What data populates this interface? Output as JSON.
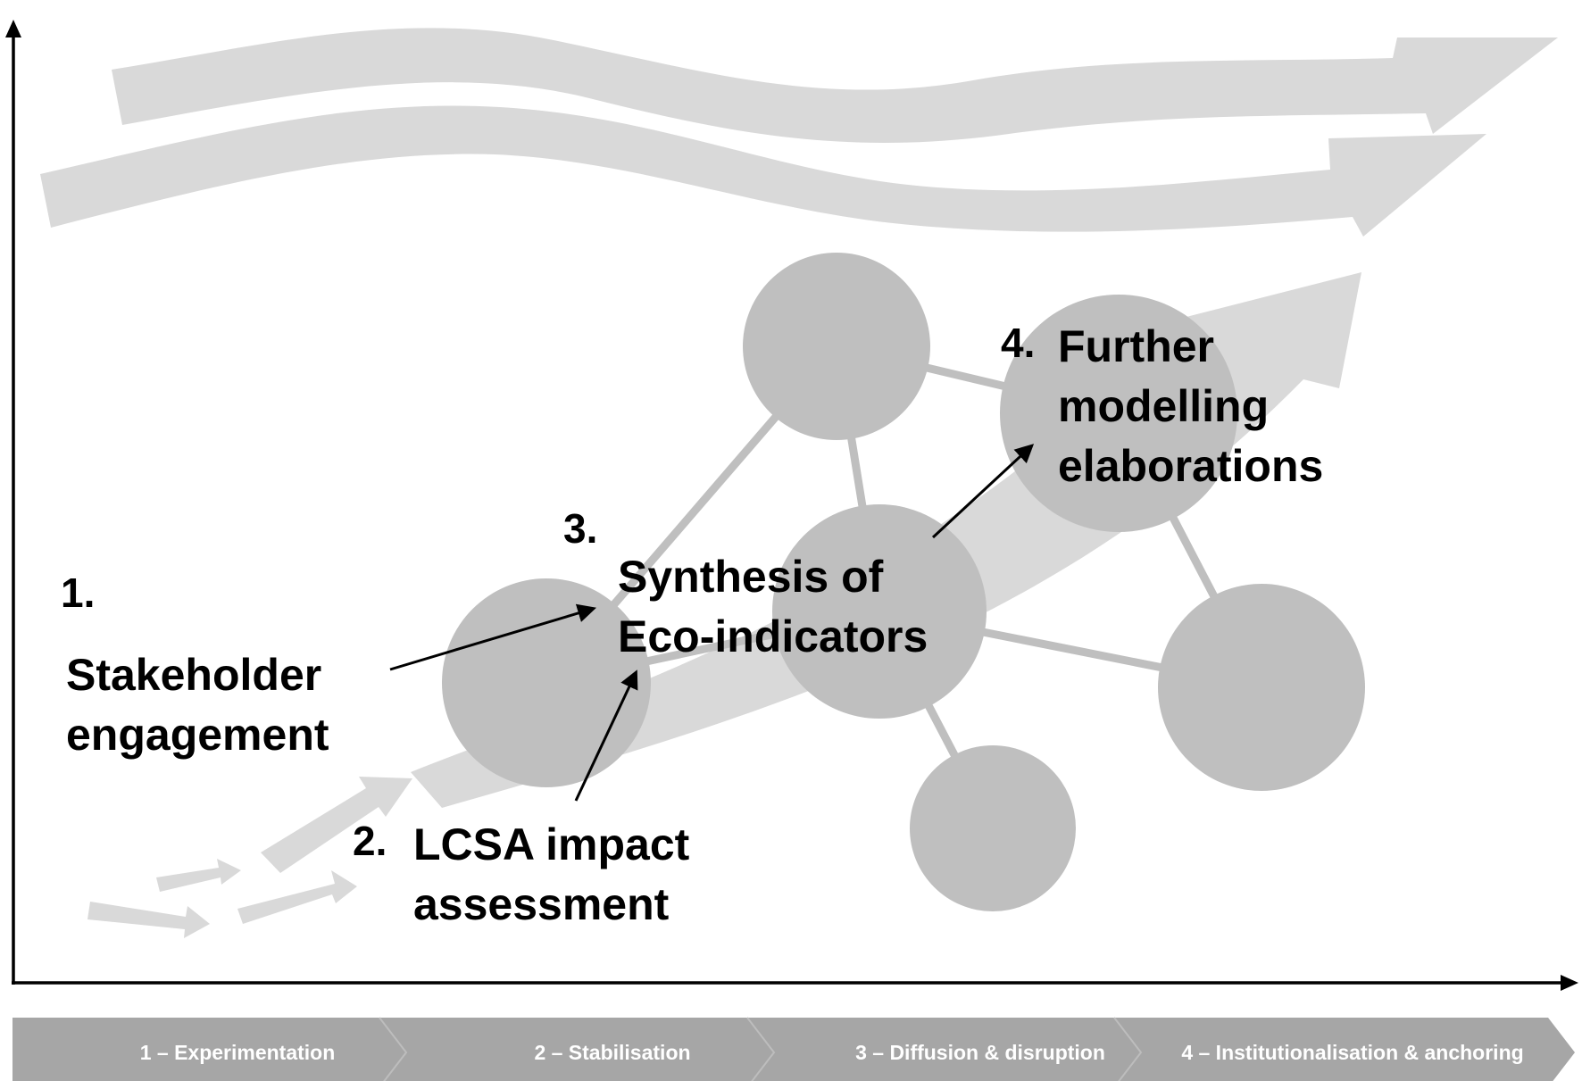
{
  "colors": {
    "flow_arrow": "#d9d9d9",
    "node": "#bfbfbf",
    "link": "#bfbfbf",
    "phase_bar": "#a6a6a6",
    "phase_text": "#ffffff",
    "axis": "#000000",
    "text": "#000000"
  },
  "steps": [
    {
      "number": "1.",
      "lines": [
        "Stakeholder",
        "engagement"
      ]
    },
    {
      "number": "2.",
      "lines": [
        "LCSA impact",
        "assessment"
      ]
    },
    {
      "number": "3.",
      "lines": [
        "Synthesis of",
        "Eco-indicators"
      ]
    },
    {
      "number": "4.",
      "lines": [
        "Further",
        "modelling",
        "elaborations"
      ]
    }
  ],
  "phases": [
    "1 – Experimentation",
    "2 – Stabilisation",
    "3 – Diffusion & disruption",
    "4 – Institutionalisation & anchoring"
  ]
}
